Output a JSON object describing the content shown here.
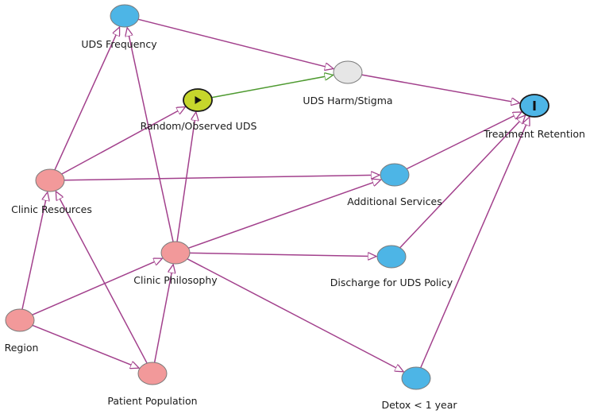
{
  "colors": {
    "edge": "#a2408c",
    "edge_highlight": "#4e9a30",
    "outcome_fill": "#4db5e6",
    "exposure_fill": "#c6d62c",
    "ancestor_fill": "#f2999a",
    "latent_fill": "#e6e6e6",
    "node_stroke": "#7a7a7a"
  },
  "nodes": [
    {
      "id": "uds_frequency",
      "label": "UDS Frequency",
      "kind": "ancestor_of_outcome"
    },
    {
      "id": "random_observed_uds",
      "label": "Random/Observed UDS",
      "kind": "exposure",
      "icon": "play-icon"
    },
    {
      "id": "uds_harm_stigma",
      "label": "UDS Harm/Stigma",
      "kind": "latent"
    },
    {
      "id": "treatment_retention",
      "label": "Treatment Retention",
      "kind": "outcome",
      "icon": "outcome-bar-icon"
    },
    {
      "id": "clinic_resources",
      "label": "Clinic Resources",
      "kind": "confounder"
    },
    {
      "id": "additional_services",
      "label": "Additional Services",
      "kind": "ancestor_of_outcome"
    },
    {
      "id": "clinic_philosophy",
      "label": "Clinic Philosophy",
      "kind": "confounder"
    },
    {
      "id": "discharge_for_uds_policy",
      "label": "Discharge for UDS Policy",
      "kind": "ancestor_of_outcome"
    },
    {
      "id": "region",
      "label": "Region",
      "kind": "confounder"
    },
    {
      "id": "patient_population",
      "label": "Patient Population",
      "kind": "confounder"
    },
    {
      "id": "detox_lt_1_year",
      "label": "Detox < 1 year",
      "kind": "ancestor_of_outcome"
    }
  ],
  "edges": [
    {
      "from": "uds_frequency",
      "to": "uds_harm_stigma"
    },
    {
      "from": "random_observed_uds",
      "to": "uds_harm_stigma",
      "highlight": true
    },
    {
      "from": "uds_harm_stigma",
      "to": "treatment_retention"
    },
    {
      "from": "clinic_resources",
      "to": "uds_frequency"
    },
    {
      "from": "clinic_resources",
      "to": "random_observed_uds"
    },
    {
      "from": "clinic_resources",
      "to": "additional_services"
    },
    {
      "from": "clinic_philosophy",
      "to": "uds_frequency"
    },
    {
      "from": "clinic_philosophy",
      "to": "random_observed_uds"
    },
    {
      "from": "clinic_philosophy",
      "to": "additional_services"
    },
    {
      "from": "clinic_philosophy",
      "to": "discharge_for_uds_policy"
    },
    {
      "from": "clinic_philosophy",
      "to": "detox_lt_1_year"
    },
    {
      "from": "region",
      "to": "clinic_resources"
    },
    {
      "from": "region",
      "to": "clinic_philosophy"
    },
    {
      "from": "region",
      "to": "patient_population"
    },
    {
      "from": "patient_population",
      "to": "clinic_resources"
    },
    {
      "from": "patient_population",
      "to": "clinic_philosophy"
    },
    {
      "from": "additional_services",
      "to": "treatment_retention"
    },
    {
      "from": "discharge_for_uds_policy",
      "to": "treatment_retention"
    },
    {
      "from": "detox_lt_1_year",
      "to": "treatment_retention"
    }
  ]
}
